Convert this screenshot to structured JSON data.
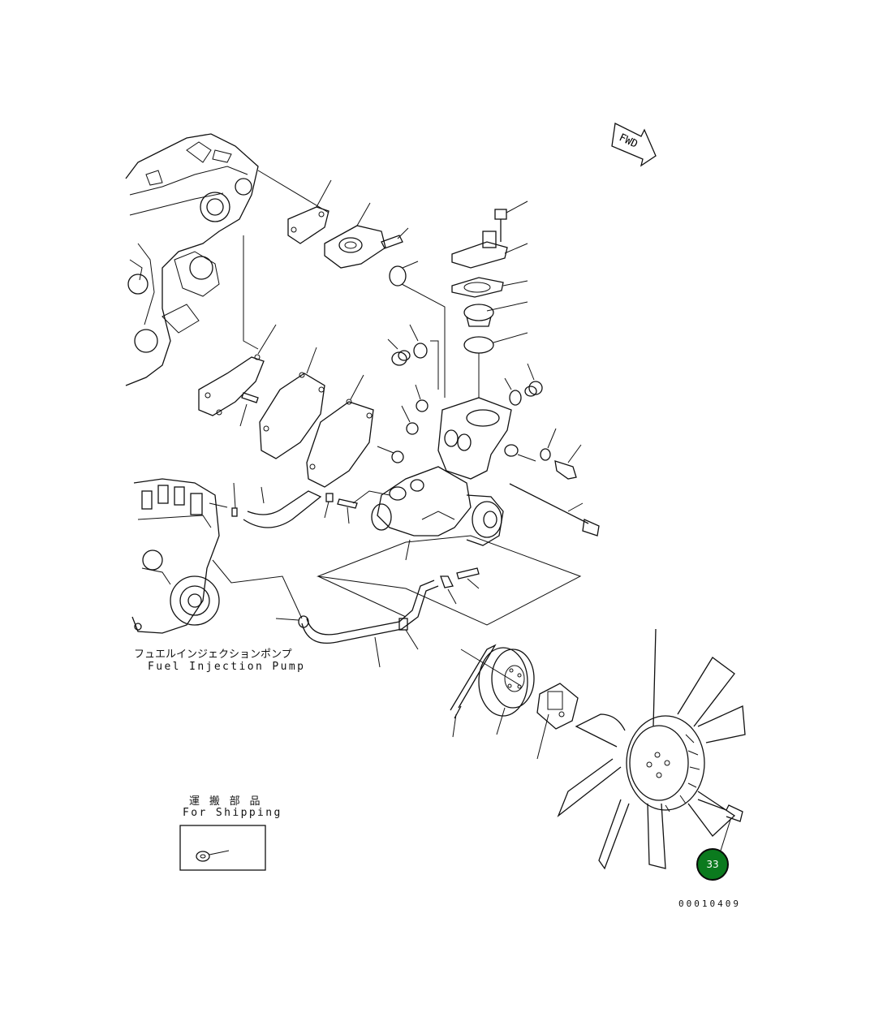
{
  "labels": {
    "fwd": "FWD",
    "fuel_pump_jp": "フュエルインジェクションポンプ",
    "fuel_pump_en": "Fuel Injection Pump",
    "shipping_jp": "運 搬 部 品",
    "shipping_en": "For Shipping",
    "drawing_number": "00010409"
  },
  "callout": {
    "number": "33",
    "color": "#0b7a1e"
  }
}
